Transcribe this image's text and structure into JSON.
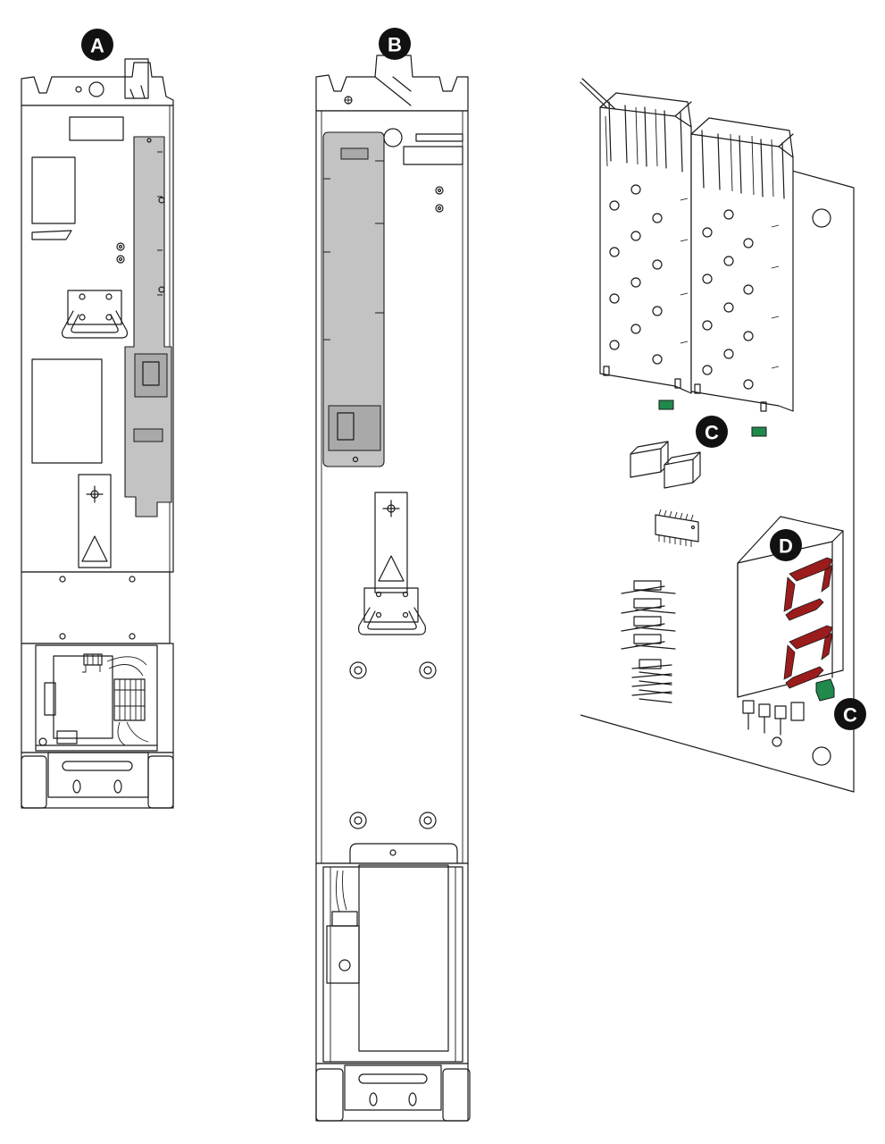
{
  "callouts": [
    {
      "id": "A",
      "label": "A",
      "target": "module-variant-a"
    },
    {
      "id": "B",
      "label": "B",
      "target": "module-variant-b"
    },
    {
      "id": "C1",
      "label": "C",
      "target": "status-leds-top"
    },
    {
      "id": "C2",
      "label": "C",
      "target": "status-led-display"
    },
    {
      "id": "D",
      "label": "D",
      "target": "seven-segment-display"
    }
  ],
  "colors": {
    "stroke": "#1a1a1a",
    "cover_grey": "#c3c3c3",
    "led_green": "#1f8a4c",
    "segment_red": "#9b1c1c",
    "callout_fill": "#111111",
    "callout_text": "#ffffff"
  }
}
